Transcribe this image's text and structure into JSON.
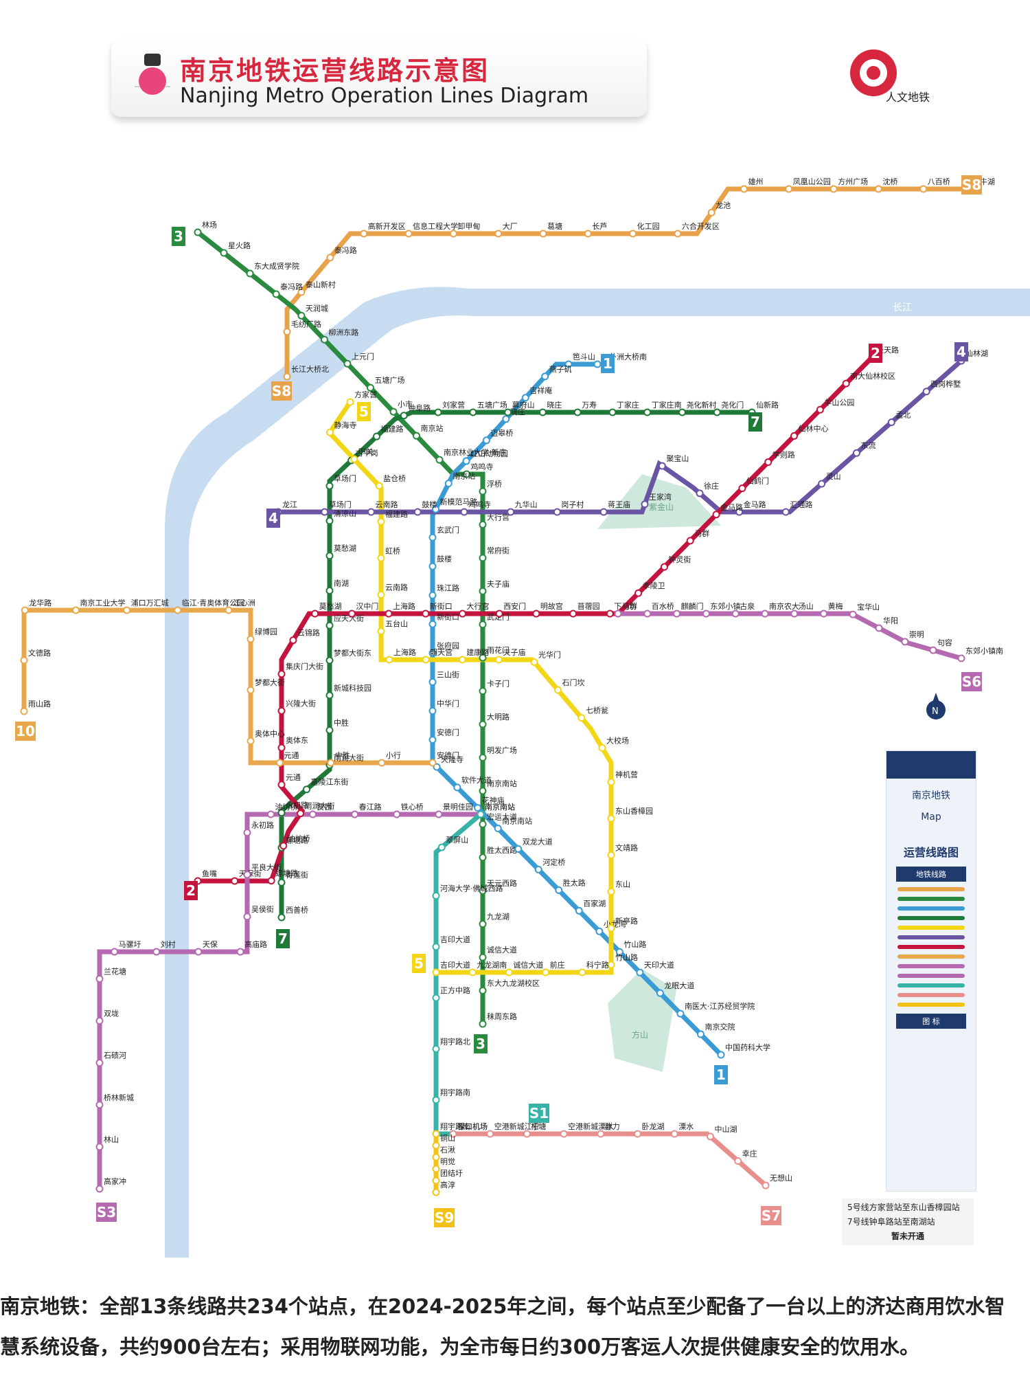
{
  "header": {
    "title_zh": "南京地铁运营线路示意图",
    "title_en": "Nanjing Metro Operation Lines Diagram",
    "logo_text": "人文地铁"
  },
  "legend": {
    "brand": "南京地铁",
    "map_label": "Map",
    "subtitle": "运营线路图",
    "lines_heading": "地铁线路",
    "symbols_heading": "图 标",
    "note_line1": "5号线方家营站至东山香樟园站",
    "note_line2": "7号线钟阜路站至南湖站",
    "note_status": "暂未开通"
  },
  "compass": "N",
  "river_label": "长江",
  "mountain_labels": {
    "zijin": "紫金山",
    "fangshan": "方山"
  },
  "caption": "南京地铁：全部13条线路共234个站点，在2024-2025年之间，每个站点至少配备了一台以上的济达商用饮水智慧系统设备，共约900台左右；采用物联网功能，为全市每日约300万客运人次提供健康安全的饮用水。",
  "lines": [
    {
      "id": "S8",
      "color": "#e8a24a",
      "labels": [
        "S8",
        "S8"
      ],
      "stations": [
        "长江大桥北",
        "毛纺厂路",
        "泰山新村",
        "泰冯路",
        "高新开发区",
        "信息工程大学",
        "卸甲甸",
        "大厂",
        "葛塘",
        "长芦",
        "化工园",
        "六合开发区",
        "龙池",
        "雄州",
        "凤凰山公园",
        "方州广场",
        "沈桥",
        "八百桥",
        "金牛湖"
      ]
    },
    {
      "id": "3",
      "color": "#2a8a3e",
      "labels": [
        "3",
        "3"
      ],
      "stations": [
        "林场",
        "星火路",
        "东大成贤学院",
        "泰冯路",
        "天润城",
        "柳洲东路",
        "上元门",
        "五塘广场",
        "小市",
        "南京站",
        "南京林业大学·新庄",
        "鸡鸣寺",
        "浮桥",
        "大行宫",
        "常府街",
        "夫子庙",
        "武定门",
        "雨花门",
        "卡子门",
        "大明路",
        "明发广场",
        "南京南站",
        "宏运大道",
        "胜太西路",
        "天元西路",
        "九龙湖",
        "诚信大道",
        "东大九龙湖校区",
        "秣周东路"
      ]
    },
    {
      "id": "1",
      "color": "#3a9bd5",
      "labels": [
        "1",
        "1"
      ],
      "stations": [
        "八卦洲大桥南",
        "笆斗山",
        "燕子矶",
        "吉祥庵",
        "晓庄",
        "迈皋桥",
        "红山动物园",
        "南京站",
        "新模范马路",
        "玄武门",
        "鼓楼",
        "珠江路",
        "新街口",
        "张府园",
        "三山街",
        "中华门",
        "安德门",
        "天隆寺",
        "软件大道",
        "花神庙",
        "南京南站",
        "双龙大道",
        "河定桥",
        "胜太路",
        "百家湖",
        "小龙湾",
        "竹山路",
        "天印大道",
        "龙眠大道",
        "南医大·江苏经贸学院",
        "南京交院",
        "中国药科大学"
      ]
    },
    {
      "id": "7",
      "color": "#1f7a3a",
      "labels": [
        "7",
        "7"
      ],
      "stations": [
        "仙新路",
        "尧化门",
        "尧化新村",
        "丁家庄南",
        "丁家庄",
        "万寿",
        "晓庄",
        "幕府山",
        "五塘广场",
        "刘家营",
        "钟阜路",
        "福建路",
        "古平岗",
        "草场门",
        "清凉山",
        "莫愁湖",
        "南湖",
        "应天大街",
        "梦都大街东",
        "新城科技园",
        "中胜",
        "雨润大街",
        "嘉陵江东街",
        "永初路",
        "螺塘路",
        "青莲街",
        "西善桥"
      ]
    },
    {
      "id": "5",
      "color": "#f2d616",
      "labels": [
        "5",
        "5"
      ],
      "stations": [
        "方家营",
        "静海寺",
        "下关",
        "盐仓桥",
        "福建路",
        "虹桥",
        "云南路",
        "五台山",
        "上海路",
        "朝天宫",
        "建康路",
        "夫子庙",
        "光华门",
        "石门坎",
        "七桥瓮",
        "大校场",
        "神机营",
        "东山香樟园",
        "文靖路",
        "东山",
        "新亭路",
        "竹山路",
        "科宁路",
        "前庄",
        "诚信大道",
        "九龙湖南",
        "吉印大道"
      ]
    },
    {
      "id": "4",
      "color": "#6a54a4",
      "labels": [
        "4",
        "4"
      ],
      "stations": [
        "龙江",
        "草场门",
        "云南路",
        "鼓楼",
        "鸡鸣寺",
        "九华山",
        "岗子村",
        "蒋王庙",
        "王家湾",
        "聚宝山",
        "徐庄",
        "金马路",
        "汇通路",
        "灵山",
        "东流",
        "孟北",
        "西岗桦墅",
        "仙林湖"
      ]
    },
    {
      "id": "2",
      "color": "#c4143e",
      "labels": [
        "2",
        "2"
      ],
      "stations": [
        "鱼嘴",
        "天保街",
        "螺塘路",
        "油坊桥",
        "雨润大街",
        "元通",
        "奥体东",
        "兴隆大街",
        "集庆门大街",
        "云锦路",
        "莫愁湖",
        "汉中门",
        "上海路",
        "新街口",
        "大行宫",
        "西安门",
        "明故宫",
        "苜蓿园",
        "下马坊",
        "孝陵卫",
        "钟灵街",
        "马群",
        "金马路",
        "仙鹤门",
        "学则路",
        "仙林中心",
        "羊山公园",
        "南大仙林校区",
        "经天路"
      ]
    },
    {
      "id": "10",
      "color": "#e7a84b",
      "labels": [
        "10"
      ],
      "stations": [
        "雨山路",
        "文德路",
        "龙华路",
        "南京工业大学",
        "浦口万汇城",
        "临江·青奥体育公园",
        "江心洲",
        "绿博园",
        "梦都大街",
        "奥体中心",
        "元通",
        "中胜",
        "小行",
        "安德门"
      ]
    },
    {
      "id": "S6",
      "color": "#b569b0",
      "labels": [
        "S6"
      ],
      "stations": [
        "马群",
        "百水桥",
        "麒麟门",
        "东郊小镇",
        "古泉",
        "南京农大",
        "汤山",
        "黄梅",
        "宝华山",
        "华阳",
        "崇明",
        "句容",
        "东郊小镇南"
      ]
    },
    {
      "id": "S3",
      "color": "#b569b0",
      "labels": [
        "S3"
      ],
      "stations": [
        "南京南站",
        "景明佳园",
        "铁心桥",
        "春江路",
        "贾西",
        "油坊桥",
        "永初路",
        "平良大街",
        "吴侯街",
        "高庙路",
        "天保",
        "刘村",
        "马骡圩",
        "兰花塘",
        "双垅",
        "石碛河",
        "桥林新城",
        "林山",
        "高家冲"
      ]
    },
    {
      "id": "S1",
      "color": "#36b3a6",
      "labels": [
        "S1"
      ],
      "stations": [
        "南京南站",
        "翠屏山",
        "河海大学·佛城西路",
        "吉印大道",
        "正方中路",
        "翔宇路北",
        "翔宇路南",
        "禄口机场"
      ]
    },
    {
      "id": "S7",
      "color": "#e88f8d",
      "labels": [
        "S7"
      ],
      "stations": [
        "禄口机场",
        "空港新城江宁",
        "柘塘",
        "空港新城溧水",
        "群力",
        "卧龙湖",
        "溧水",
        "中山湖",
        "幸庄",
        "无想山"
      ]
    },
    {
      "id": "S9",
      "color": "#f2c316",
      "labels": [
        "S9"
      ],
      "stations": [
        "翔宇路南",
        "铜山",
        "石湫",
        "明觉",
        "团结圩",
        "高淳"
      ]
    }
  ]
}
